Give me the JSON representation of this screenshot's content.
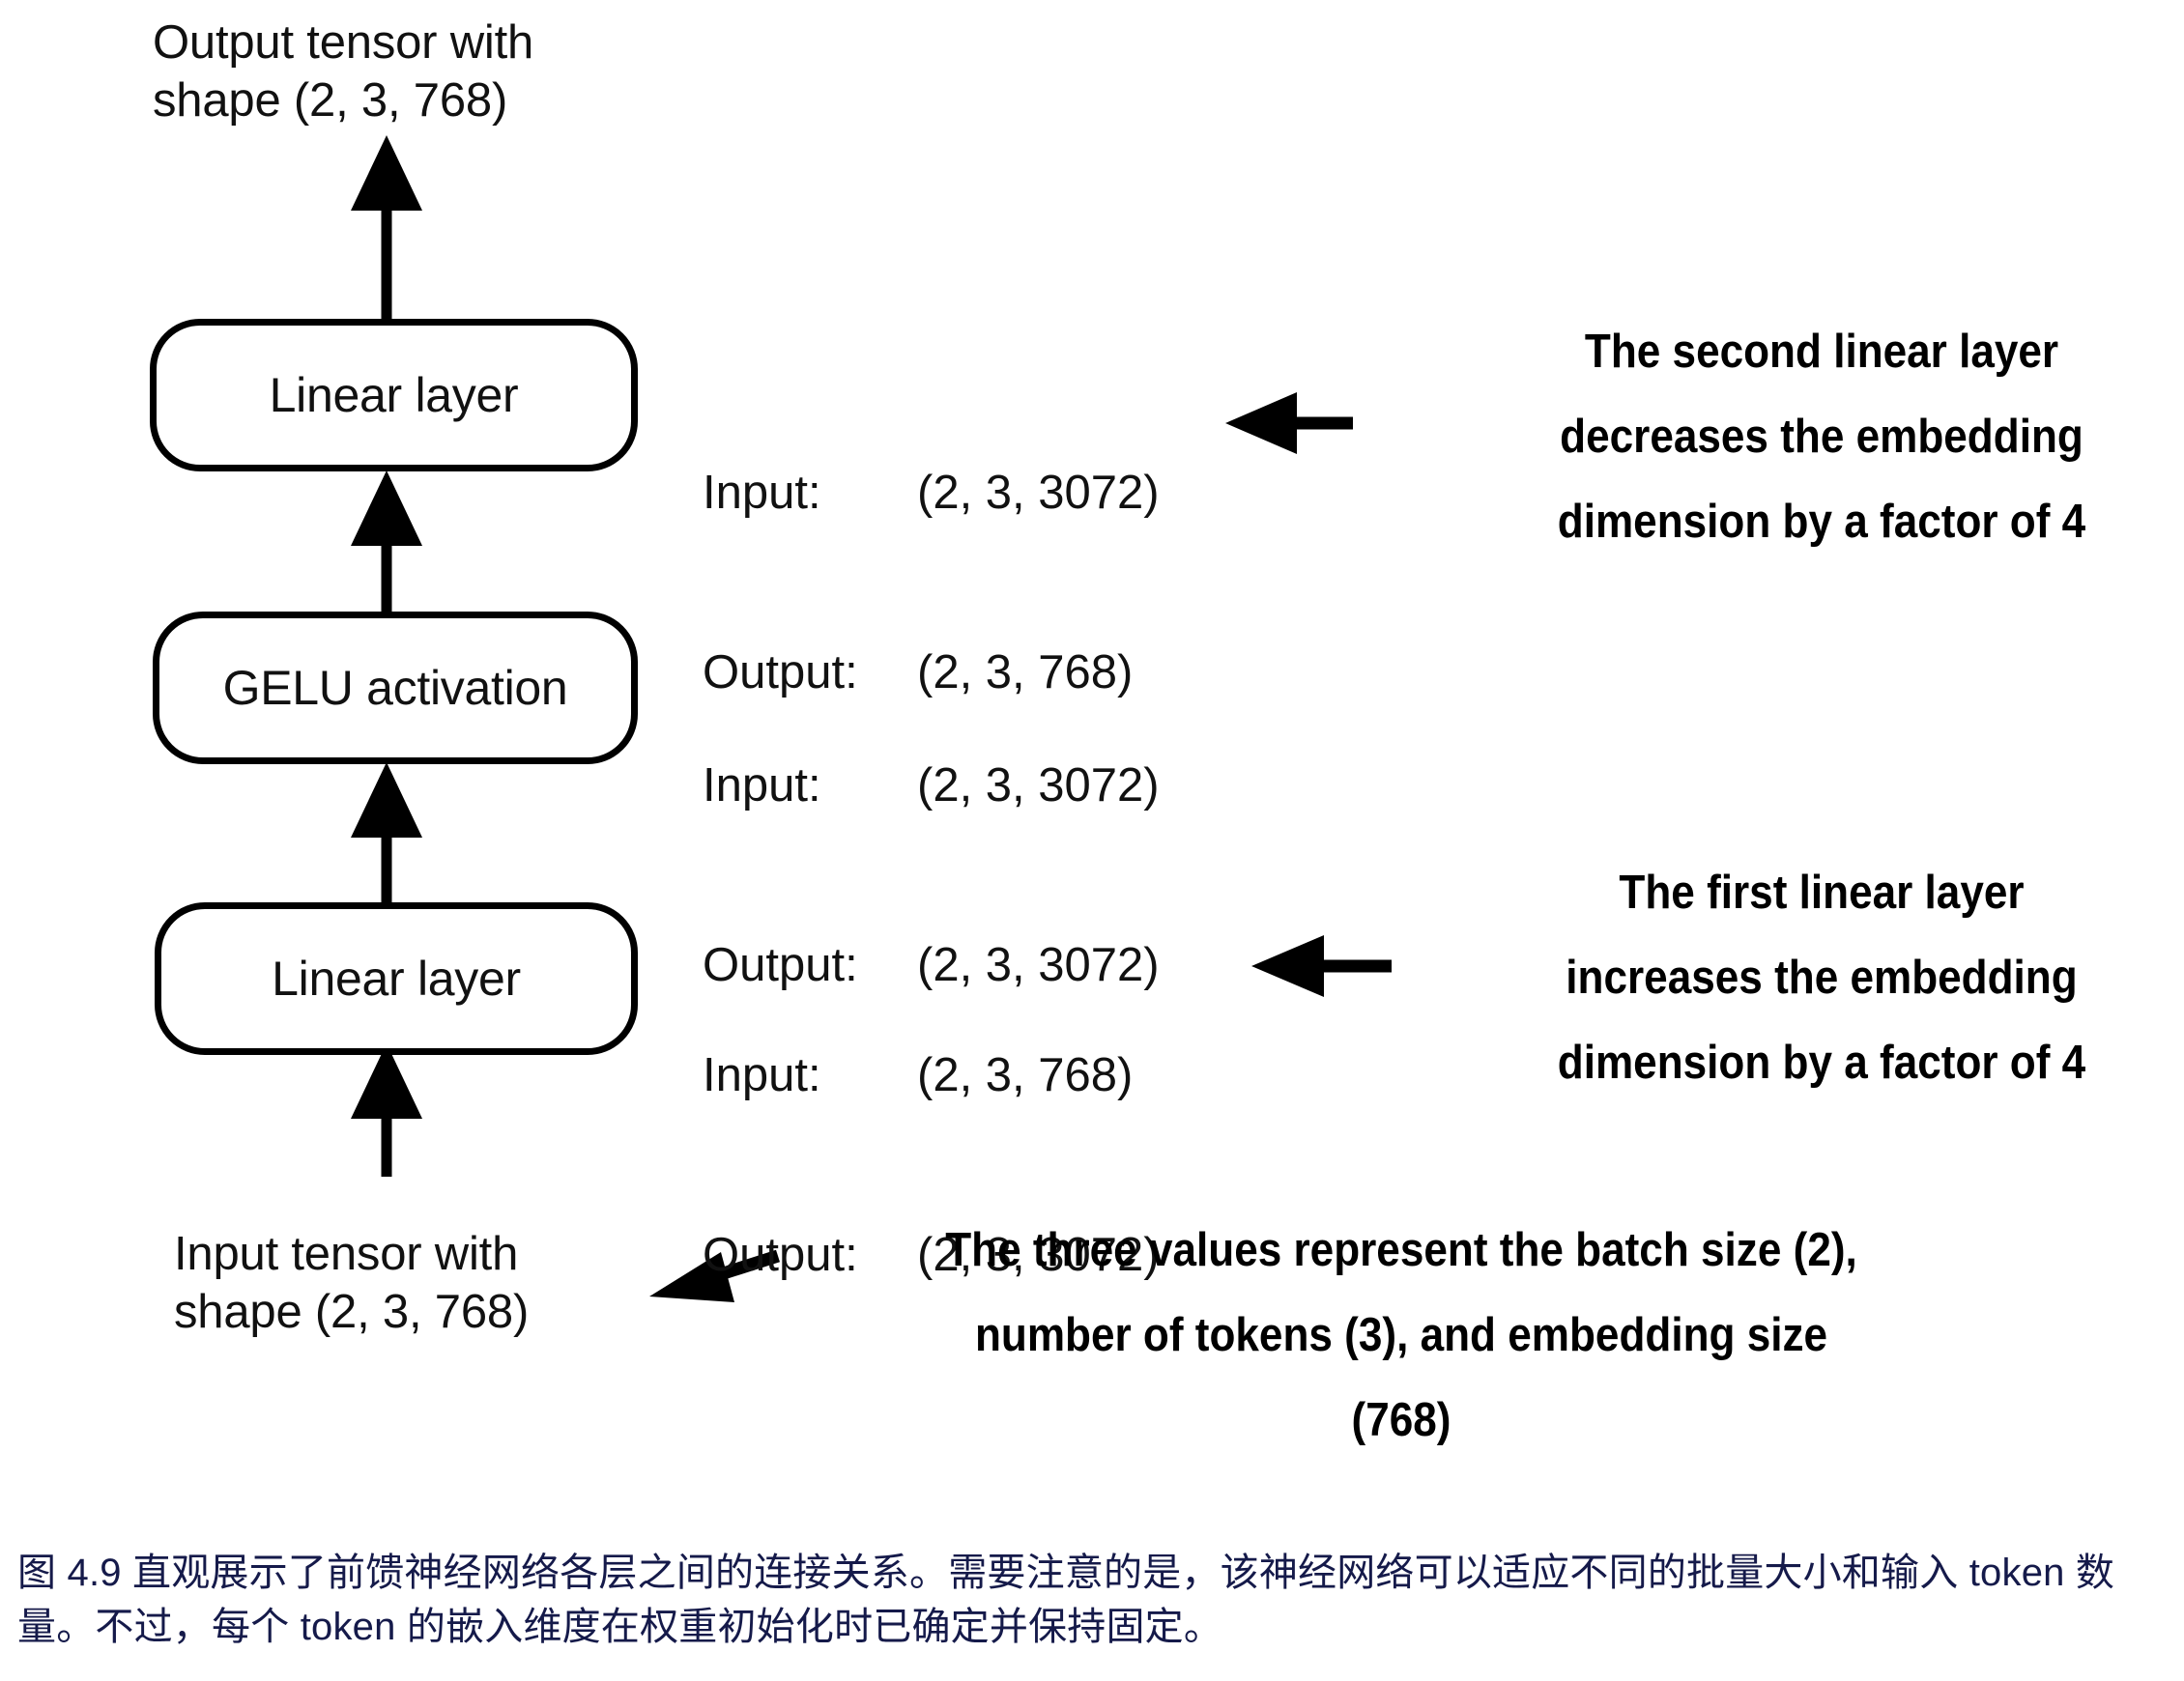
{
  "figure": {
    "top_label": "Output tensor with\nshape (2, 3, 768)",
    "bottom_label": "Input tensor with\nshape (2, 3, 768)",
    "nodes": [
      {
        "id": "linear-2",
        "label": "Linear layer"
      },
      {
        "id": "gelu",
        "label": "GELU activation"
      },
      {
        "id": "linear-1",
        "label": "Linear layer"
      }
    ],
    "io_specs": [
      {
        "for": "linear-2",
        "input_key": "Input:",
        "input_value": "(2, 3, 3072)",
        "output_key": "Output:",
        "output_value": "(2, 3, 768)"
      },
      {
        "for": "gelu",
        "input_key": "Input:",
        "input_value": "(2, 3, 3072)",
        "output_key": "Output:",
        "output_value": "(2, 3, 3072)"
      },
      {
        "for": "linear-1",
        "input_key": "Input:",
        "input_value": "(2, 3, 768)",
        "output_key": "Output:",
        "output_value": "(2, 3, 3072)"
      }
    ],
    "annotations": [
      {
        "id": "second-linear-note",
        "text": "The second linear layer\ndecreases the embedding\ndimension by a factor of 4"
      },
      {
        "id": "first-linear-note",
        "text": "The first linear layer\nincreases the embedding\ndimension by a factor of 4"
      },
      {
        "id": "shape-values-note",
        "text": "The three values represent the batch size (2),\nnumber of tokens (3), and embedding size\n(768)"
      }
    ]
  },
  "caption": {
    "text": "图 4.9 直观展示了前馈神经网络各层之间的连接关系。需要注意的是，该神经网络可以适应不同的批量大小和输入 token 数量。不过，每个 token 的嵌入维度在权重初始化时已确定并保持固定。",
    "color": "#151a4a"
  },
  "colors": {
    "ink": "#000000",
    "text": "#111111",
    "background": "#ffffff",
    "caption": "#151a4a"
  }
}
